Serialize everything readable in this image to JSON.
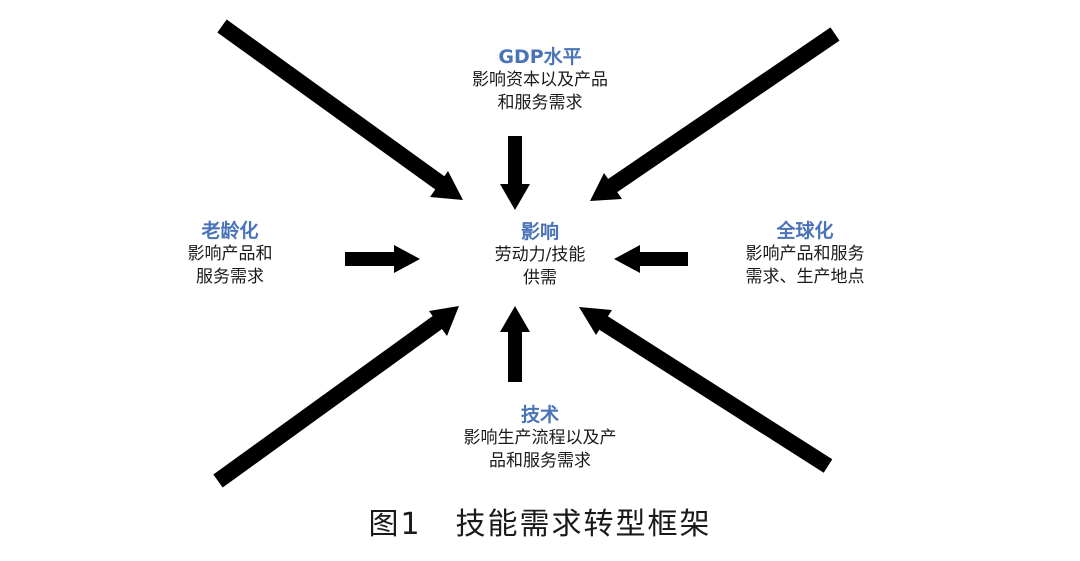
{
  "colors": {
    "accent": "#4a73b8",
    "arrow": "#000000",
    "text": "#1a1a1a"
  },
  "diagram": {
    "top": {
      "title": "GDP水平",
      "desc": "影响资本以及产品\n和服务需求"
    },
    "left": {
      "title": "老龄化",
      "desc": "影响产品和\n服务需求"
    },
    "center": {
      "title": "影响",
      "desc": "劳动力/技能\n供需"
    },
    "right": {
      "title": "全球化",
      "desc": "影响产品和服务\n需求、生产地点"
    },
    "bottom": {
      "title": "技术",
      "desc": "影响生产流程以及产\n品和服务需求"
    }
  },
  "caption": {
    "number": "图1",
    "text": "技能需求转型框架"
  }
}
